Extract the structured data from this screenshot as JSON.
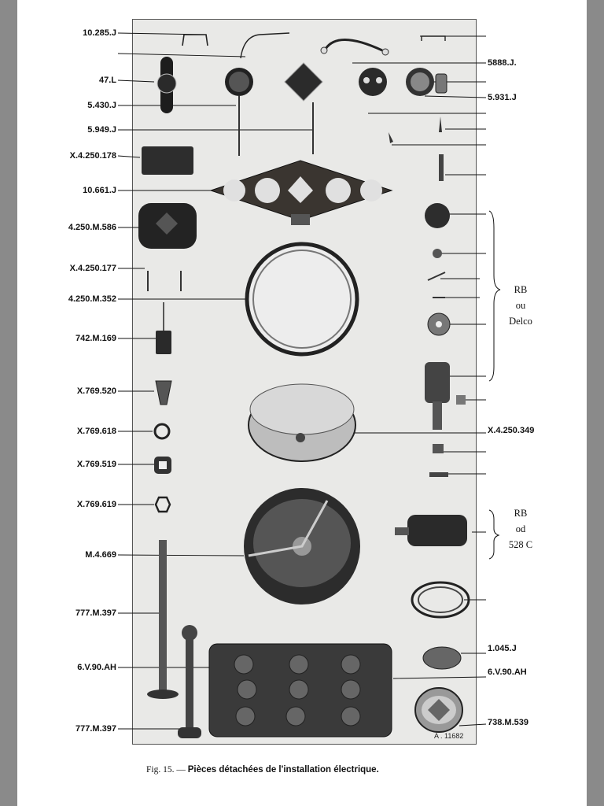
{
  "left_labels": [
    {
      "id": "p1",
      "text": "10.285.J"
    },
    {
      "id": "p2",
      "text": "47.L"
    },
    {
      "id": "p3",
      "text": "5.430.J"
    },
    {
      "id": "p4",
      "text": "5.949.J"
    },
    {
      "id": "p5",
      "text": "X.4.250.178"
    },
    {
      "id": "p6",
      "text": "10.661.J"
    },
    {
      "id": "p7",
      "text": "4.250.M.586"
    },
    {
      "id": "p8",
      "text": "X.4.250.177"
    },
    {
      "id": "p9",
      "text": "4.250.M.352"
    },
    {
      "id": "p10",
      "text": "742.M.169"
    },
    {
      "id": "p11",
      "text": "X.769.520"
    },
    {
      "id": "p12",
      "text": "X.769.618"
    },
    {
      "id": "p13",
      "text": "X.769.519"
    },
    {
      "id": "p14",
      "text": "X.769.619"
    },
    {
      "id": "p15",
      "text": "M.4.669"
    },
    {
      "id": "p16",
      "text": "777.M.397"
    },
    {
      "id": "p17",
      "text": "6.V.90.AH"
    },
    {
      "id": "p18",
      "text": "777.M.397"
    }
  ],
  "right_labels": [
    {
      "id": "r1",
      "text": "5888.J."
    },
    {
      "id": "r2",
      "text": "5.931.J"
    },
    {
      "id": "r3",
      "text": "X.4.250.349"
    },
    {
      "id": "r4",
      "text": "1.045.J"
    },
    {
      "id": "r5",
      "text": "6.V.90.AH"
    },
    {
      "id": "r6",
      "text": "738.M.539"
    }
  ],
  "groups": [
    {
      "id": "g1",
      "lines": [
        "RB",
        "ou",
        "Delco"
      ]
    },
    {
      "id": "g2",
      "lines": [
        "RB",
        "od",
        "528 C"
      ]
    }
  ],
  "stamp": "A . 11682",
  "caption": {
    "fig": "Fig. 15. —",
    "text": "Pièces détachées de l'installation électrique."
  }
}
